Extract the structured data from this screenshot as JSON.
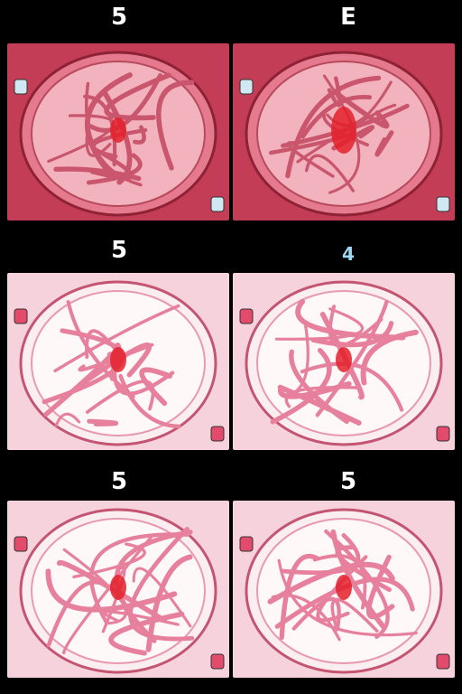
{
  "panels": [
    {
      "label": "5",
      "style": "dark",
      "accent": "#c8394f"
    },
    {
      "label": "E",
      "style": "dark",
      "accent": "#c8394f"
    },
    {
      "label": "5",
      "style": "light",
      "accent": "#e87a98"
    },
    {
      "label": "4",
      "style": "light",
      "accent": "#e87a98"
    },
    {
      "label": "5",
      "style": "light",
      "accent": "#e87a98"
    },
    {
      "label": "5",
      "style": "light",
      "accent": "#e87a98"
    }
  ],
  "colors": {
    "background": "#000000",
    "panel_dark_bg": "#c23d55",
    "panel_light_bg": "#f6d3dc",
    "vessel": "#e7809c",
    "center_red": "#e3202a"
  }
}
